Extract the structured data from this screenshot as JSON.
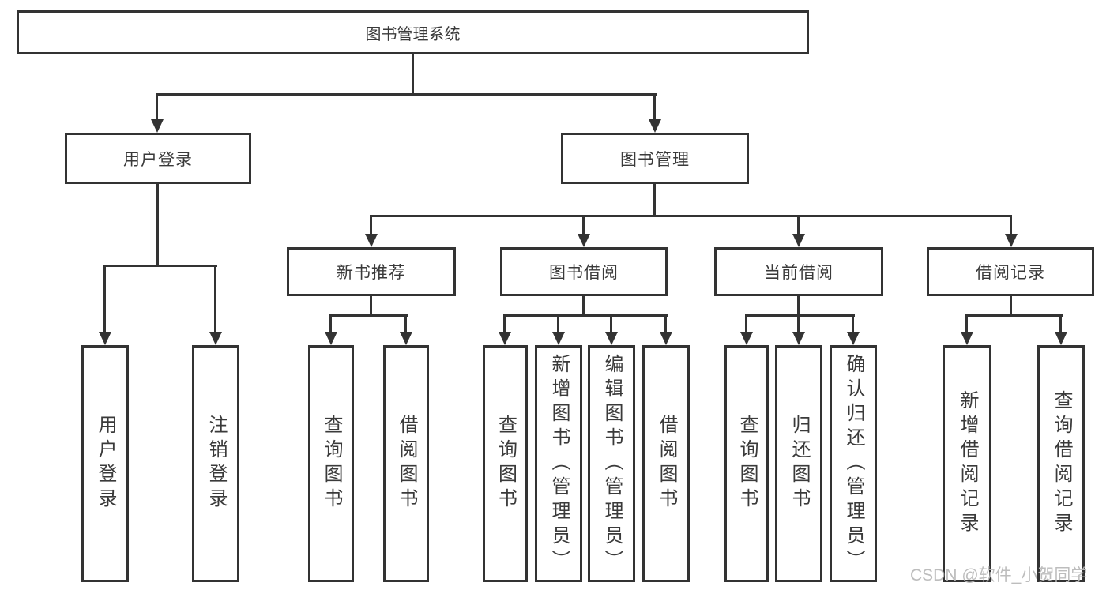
{
  "diagram": {
    "root": {
      "label": "图书管理系统"
    },
    "level2": [
      {
        "label": "用户登录"
      },
      {
        "label": "图书管理"
      }
    ],
    "level3": [
      {
        "label": "新书推荐"
      },
      {
        "label": "图书借阅"
      },
      {
        "label": "当前借阅"
      },
      {
        "label": "借阅记录"
      }
    ],
    "leaves": {
      "login": [
        "用户登录",
        "注销登录"
      ],
      "recommend": [
        "查询图书",
        "借阅图书"
      ],
      "borrow": [
        "查询图书",
        "新增图书（管理员）",
        "编辑图书（管理员）",
        "借阅图书"
      ],
      "current": [
        "查询图书",
        "归还图书",
        "确认归还（管理员）"
      ],
      "records": [
        "新增借阅记录",
        "查询借阅记录"
      ]
    }
  },
  "watermark": {
    "text": "CSDN @软件_小贺同学"
  },
  "colors": {
    "line": "#333333",
    "background": "#ffffff",
    "watermark": "#b9b9b9"
  }
}
